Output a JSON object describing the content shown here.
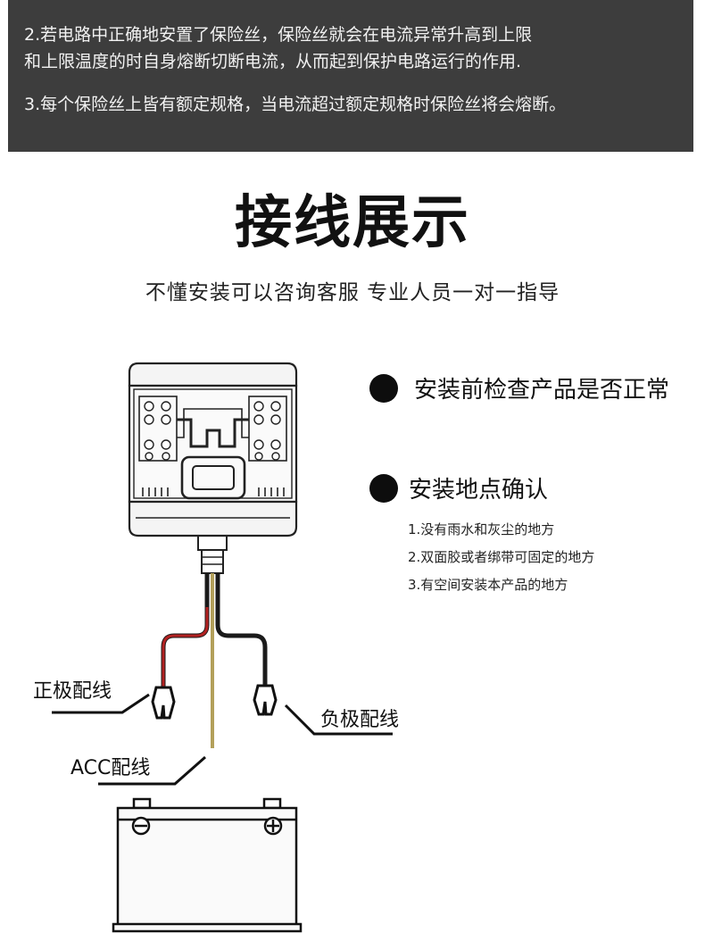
{
  "notice": {
    "line1": "2.若电路中正确地安置了保险丝，保险丝就会在电流异常升高到上限",
    "line2": "和上限温度的时自身熔断切断电流，从而起到保护电路运行的作用.",
    "line3": "3.每个保险丝上皆有额定规格，当电流超过额定规格时保险丝将会熔断。"
  },
  "title": "接线展示",
  "subtitle": "不懂安装可以咨询客服 专业人员一对一指导",
  "checklist": {
    "item1": "安装前检查产品是否正常",
    "item2": "安装地点确认",
    "sub_items": [
      "1.没有雨水和灰尘的地方",
      "2.双面胶或者绑带可固定的地方",
      "3.有空间安装本产品的地方"
    ]
  },
  "labels": {
    "positive": "正极配线",
    "negative": "负极配线",
    "acc": "ACC配线"
  },
  "colors": {
    "notice_bg": "#3d3d3d",
    "positive_wire": "#b22222",
    "negative_wire": "#1a1a1a",
    "acc_wire": "#b3a05a"
  }
}
